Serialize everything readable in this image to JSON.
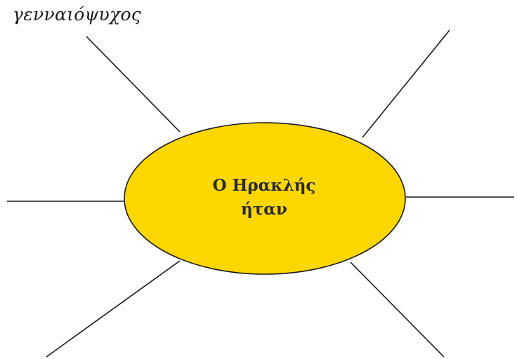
{
  "center": {
    "line1": "Ο Ηρακλής",
    "line2": "ήταν"
  },
  "branches": [
    {
      "id": "top-left",
      "label": "γενναιόψυχος"
    },
    {
      "id": "top-right",
      "label": ""
    },
    {
      "id": "right",
      "label": ""
    },
    {
      "id": "bottom-right",
      "label": ""
    },
    {
      "id": "bottom-left",
      "label": ""
    },
    {
      "id": "left",
      "label": ""
    }
  ],
  "colors": {
    "ellipse_fill": "#FFD700",
    "ellipse_stroke": "#1a1a1a",
    "line": "#1a1a1a"
  }
}
